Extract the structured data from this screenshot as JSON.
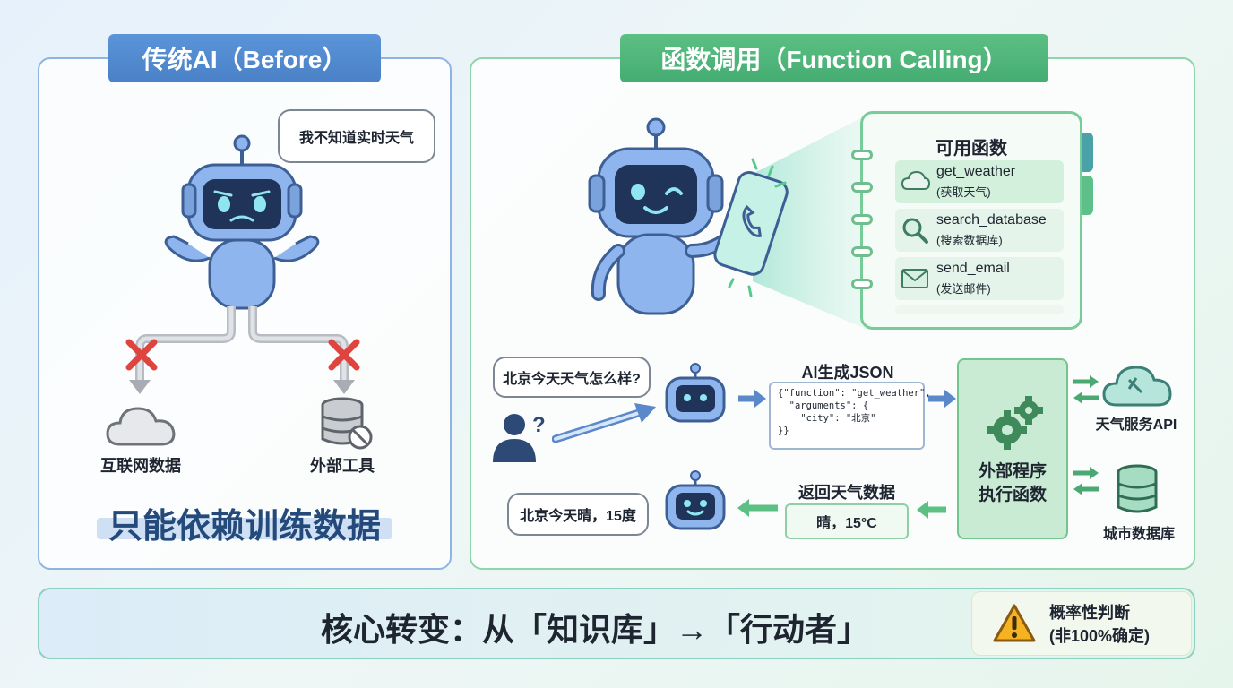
{
  "before": {
    "tag": "传统AI（Before）",
    "speech": "我不知道实时天气",
    "internet_label": "互联网数据",
    "tools_label": "外部工具",
    "conclusion": "只能依赖训练数据"
  },
  "after": {
    "tag": "函数调用（Function Calling）",
    "functions_title": "可用函数",
    "functions": [
      {
        "name": "get_weather",
        "desc": "(获取天气)",
        "icon": "cloud-icon"
      },
      {
        "name": "search_database",
        "desc": "(搜索数据库)",
        "icon": "magnifier-icon"
      },
      {
        "name": "send_email",
        "desc": "(发送邮件)",
        "icon": "envelope-icon"
      }
    ],
    "user_question": "北京今天天气怎么样?",
    "json_title": "AI生成JSON",
    "json_lines": [
      "{\"function\": \"get_weather\",",
      "  \"arguments\": {",
      "    \"city\": \"北京\"",
      "}}"
    ],
    "external": "外部程序\n执行函数",
    "weather_api": "天气服务API",
    "city_db": "城市数据库",
    "return_title": "返回天气数据",
    "return_value": "晴，15°C",
    "answer": "北京今天晴，15度"
  },
  "footer": {
    "core": "核心转变：从「知识库」→「行动者」",
    "warning_line1": "概率性判断",
    "warning_line2": "(非100%确定)"
  },
  "colors": {
    "before_accent": "#4a81c7",
    "after_accent": "#45ad72",
    "robot_blue": "#7da7e6",
    "error_red": "#e0443f"
  }
}
